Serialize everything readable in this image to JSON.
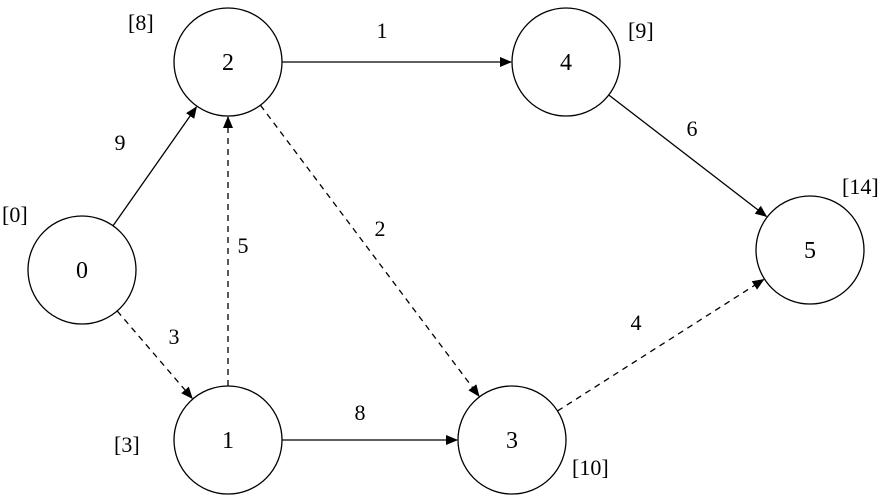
{
  "diagram": {
    "nodes": [
      {
        "id": "0",
        "label": "0",
        "annotation": "[0]"
      },
      {
        "id": "1",
        "label": "1",
        "annotation": "[3]"
      },
      {
        "id": "2",
        "label": "2",
        "annotation": "[8]"
      },
      {
        "id": "3",
        "label": "3",
        "annotation": "[10]"
      },
      {
        "id": "4",
        "label": "4",
        "annotation": "[9]"
      },
      {
        "id": "5",
        "label": "5",
        "annotation": "[14]"
      }
    ],
    "edges": [
      {
        "from": "0",
        "to": "2",
        "weight": "9",
        "style": "solid"
      },
      {
        "from": "0",
        "to": "1",
        "weight": "3",
        "style": "dashed"
      },
      {
        "from": "1",
        "to": "2",
        "weight": "5",
        "style": "dashed"
      },
      {
        "from": "1",
        "to": "3",
        "weight": "8",
        "style": "solid"
      },
      {
        "from": "2",
        "to": "4",
        "weight": "1",
        "style": "solid"
      },
      {
        "from": "2",
        "to": "3",
        "weight": "2",
        "style": "dashed"
      },
      {
        "from": "4",
        "to": "5",
        "weight": "6",
        "style": "solid"
      },
      {
        "from": "3",
        "to": "5",
        "weight": "4",
        "style": "dashed"
      }
    ]
  }
}
